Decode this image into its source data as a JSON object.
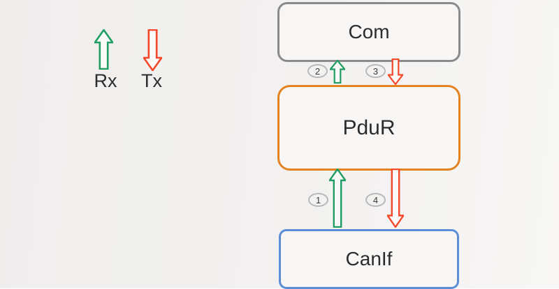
{
  "colors": {
    "background_left": "#efeeed",
    "background_right": "#f7f6f5",
    "rx_green": "#1f9d63",
    "tx_red": "#f5472a",
    "com_border": "#8a8a8a",
    "pdur_border": "#e2831f",
    "canif_border": "#5b8ed6",
    "badge_border": "#b9b9b9",
    "text": "#2c2c2c"
  },
  "legend": {
    "items": [
      {
        "label": "Rx",
        "icon": "up-arrow",
        "color": "#1f9d63"
      },
      {
        "label": "Tx",
        "icon": "down-arrow",
        "color": "#f5472a"
      }
    ]
  },
  "diagram": {
    "boxes": [
      {
        "label": "Com",
        "border_color": "#8a8a8a"
      },
      {
        "label": "PduR",
        "border_color": "#e2831f"
      },
      {
        "label": "CanIf",
        "border_color": "#5b8ed6"
      }
    ],
    "flows": [
      {
        "badge": "1",
        "direction": "up",
        "type": "Rx",
        "from": "CanIf",
        "to": "PduR",
        "color": "#1f9d63"
      },
      {
        "badge": "2",
        "direction": "up",
        "type": "Rx",
        "from": "PduR",
        "to": "Com",
        "color": "#1f9d63"
      },
      {
        "badge": "3",
        "direction": "down",
        "type": "Tx",
        "from": "Com",
        "to": "PduR",
        "color": "#f5472a"
      },
      {
        "badge": "4",
        "direction": "down",
        "type": "Tx",
        "from": "PduR",
        "to": "CanIf",
        "color": "#f5472a"
      }
    ]
  }
}
